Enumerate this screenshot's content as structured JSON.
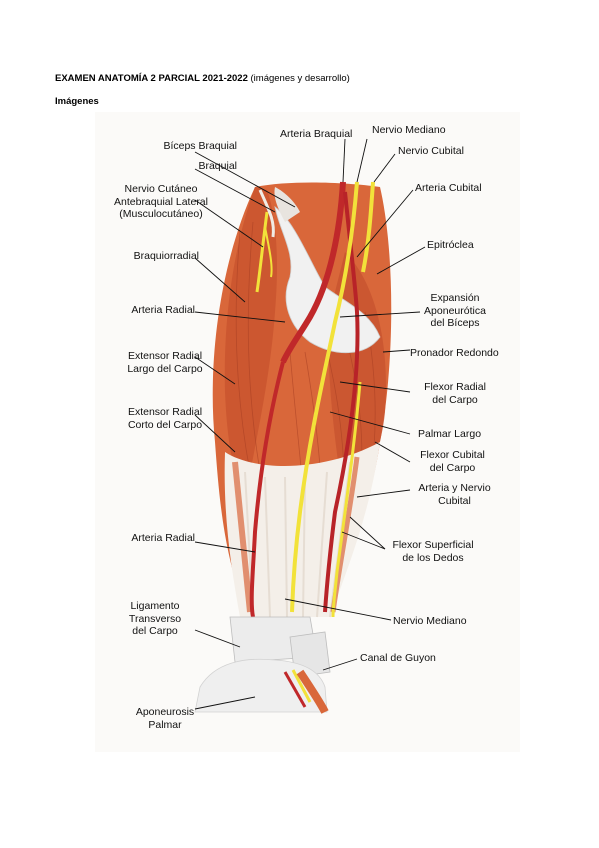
{
  "document": {
    "title_bold": "EXAMEN ANATOMÍA 2 PARCIAL 2021-2022",
    "title_rest": " (imágenes y desarrollo)",
    "section": "Imágenes"
  },
  "figure": {
    "labels": {
      "biceps": "Bíceps Braquial",
      "braquial": "Braquial",
      "cutaneo_1": "Nervio Cutáneo",
      "cutaneo_2": "Antebraquial Lateral",
      "cutaneo_3": "(Musculocutáneo)",
      "braquiorradial": "Braquiorradial",
      "arteria_radial_top": "Arteria Radial",
      "ext_largo_1": "Extensor Radial",
      "ext_largo_2": "Largo del Carpo",
      "ext_corto_1": "Extensor Radial",
      "ext_corto_2": "Corto del Carpo",
      "arteria_radial_bottom": "Arteria Radial",
      "ligamento_1": "Ligamento",
      "ligamento_2": "Transverso",
      "ligamento_3": "del Carpo",
      "aponeurosis_1": "Aponeurosis",
      "aponeurosis_2": "Palmar",
      "arteria_braquial": "Arteria Braquial",
      "nervio_mediano_top": "Nervio Mediano",
      "nervio_cubital": "Nervio Cubital",
      "arteria_cubital": "Arteria Cubital",
      "epitroclea": "Epitróclea",
      "expansion_1": "Expansión",
      "expansion_2": "Aponeurótica",
      "expansion_3": "del Bíceps",
      "pronador": "Pronador Redondo",
      "flexor_radial_1": "Flexor Radial",
      "flexor_radial_2": "del Carpo",
      "palmar_largo": "Palmar Largo",
      "flexor_cubital_1": "Flexor Cubital",
      "flexor_cubital_2": "del Carpo",
      "art_nervio_cub_1": "Arteria y Nervio",
      "art_nervio_cub_2": "Cubital",
      "flexor_sup_1": "Flexor Superficial",
      "flexor_sup_2": "de los Dedos",
      "nervio_mediano_bottom": "Nervio Mediano",
      "canal_guyon": "Canal de Guyon"
    }
  },
  "colors": {
    "muscle": "#d9673a",
    "muscle_dark": "#b8482a",
    "tendon": "#f3ece6",
    "artery": "#c0282a",
    "nerve": "#f2e23a",
    "fascia": "#eeeeee"
  }
}
